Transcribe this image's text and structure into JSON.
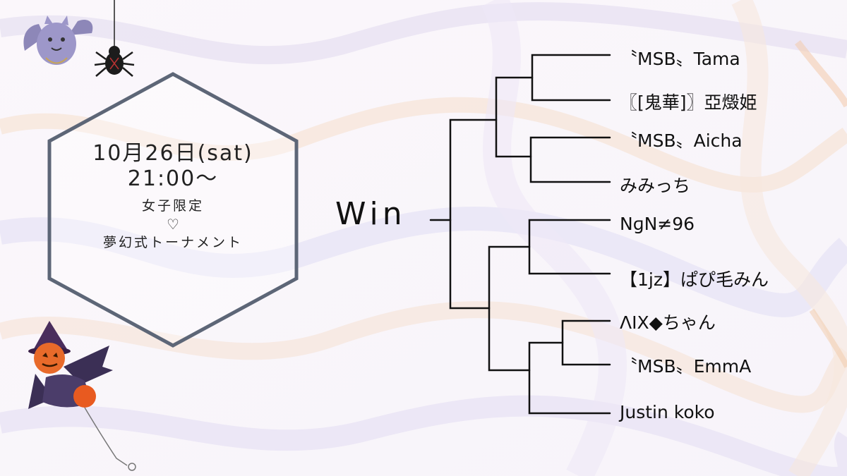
{
  "event": {
    "date": "10月26日(sat)",
    "time": "21:00〜",
    "category": "女子限定",
    "heart": "♡",
    "name": "夢幻式トーナメント"
  },
  "bracket": {
    "win_label": "Win",
    "players": [
      "〝MSB〟Tama",
      "〖[鬼華]〗亞燬姫",
      "〝MSB〟Aicha",
      "みみっち",
      "NɡN≠96",
      "【1jz】ぱぴ毛みん",
      "ɅIX◆ちゃん",
      "〝MSB〟EmmA",
      "Justin koko"
    ]
  },
  "decorations": {
    "top_left": "bat-icon",
    "spider": "spider-icon",
    "bottom_left": "pumpkin-witch-icon"
  },
  "colors": {
    "hexagon_stroke": "#5d6677",
    "bracket_line": "#111111"
  }
}
